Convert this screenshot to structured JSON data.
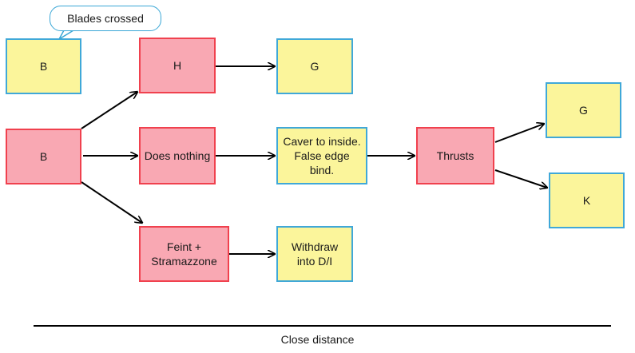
{
  "callout": {
    "text": "Blades crossed"
  },
  "nodes": {
    "b_top": "B",
    "b_main": "B",
    "h": "H",
    "g_top": "G",
    "does_nothing": "Does nothing",
    "caver": "Caver to inside. False edge bind.",
    "thrusts": "Thrusts",
    "g_right": "G",
    "k": "K",
    "feint": "Feint + Stramazzone",
    "withdraw": "Withdraw into D/I"
  },
  "axis": {
    "label": "Close distance"
  },
  "colors": {
    "action_fill": "#f9a8b3",
    "action_border": "#f0414e",
    "response_fill": "#fbf59b",
    "response_border": "#40a8d8",
    "arrow": "#000000"
  }
}
